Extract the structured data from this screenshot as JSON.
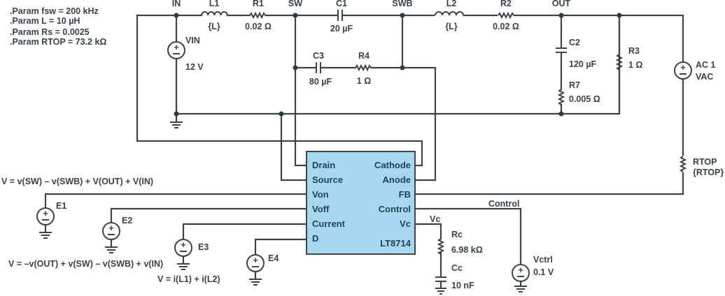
{
  "params": [
    ".Param fsw = 200 kHz",
    ".Param L = 10 µH",
    ".Param Rs = 0.0025",
    ".Param RTOP = 73.2 kΩ"
  ],
  "nets": {
    "in": "IN",
    "sw": "SW",
    "swb": "SWB",
    "out": "OUT",
    "vc": "Vc",
    "control": "Control"
  },
  "components": {
    "L1": {
      "name": "L1",
      "value": "{L}"
    },
    "R1": {
      "name": "R1",
      "value": "0.02 Ω"
    },
    "C1": {
      "name": "C1",
      "value": "20 µF"
    },
    "L2": {
      "name": "L2",
      "value": "{L}"
    },
    "R2": {
      "name": "R2",
      "value": "0.02 Ω"
    },
    "VIN": {
      "name": "VIN",
      "value": "12 V"
    },
    "C3": {
      "name": "C3",
      "value": "80 µF"
    },
    "R4": {
      "name": "R4",
      "value": "1 Ω"
    },
    "C2": {
      "name": "C2",
      "value": "120 µF"
    },
    "R7": {
      "name": "R7",
      "value": "0.005 Ω"
    },
    "R3": {
      "name": "R3",
      "value": "1 Ω"
    },
    "AC1": {
      "name": "AC 1",
      "value": "VAC"
    },
    "RTOP": {
      "name": "RTOP",
      "value": "{RTOP}"
    },
    "Rc": {
      "name": "Rc",
      "value": "6.98 kΩ"
    },
    "Cc": {
      "name": "Cc",
      "value": "10 nF"
    },
    "Vctrl": {
      "name": "Vctrl",
      "value": "0.1 V"
    },
    "E1": {
      "name": "E1",
      "expr": "V = v(SW) – v(SWB) + V(OUT) + V(IN)"
    },
    "E2": {
      "name": "E2",
      "expr": "V = –v(OUT) + v(SW) – v(SWB) + v(IN)"
    },
    "E3": {
      "name": "E3",
      "expr": "V = i(L1) + i(L2)"
    },
    "E4": {
      "name": "E4"
    }
  },
  "ic": {
    "part": "LT8714",
    "left_pins": [
      "Drain",
      "Source",
      "Von",
      "Voff",
      "Current",
      "D"
    ],
    "right_pins": [
      "Cathode",
      "Anode",
      "FB",
      "Control",
      "Vc"
    ]
  },
  "colors": {
    "wire": "#3d4449",
    "ic_fill": "#a8d8f0",
    "ic_text": "#1f3f5a",
    "label": "#3a4148"
  }
}
